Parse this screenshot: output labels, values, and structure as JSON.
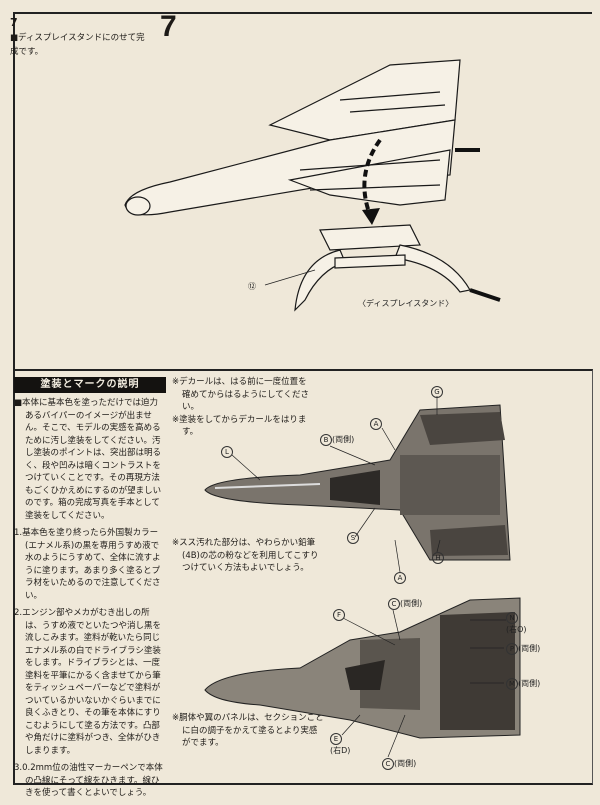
{
  "step": {
    "number_small": "7",
    "number_large": "7",
    "text": "■ディスプレイスタンドにのせて完成です。",
    "part_number": "⑫",
    "stand_caption": "〈ディスプレイスタンド〉"
  },
  "painting": {
    "heading": "塗装とマークの説明",
    "intro": "■本体に基本色を塗っただけでは迫力あるバイパーのイメージが出ません。そこで、モデルの実感を高めるために汚し塗装をしてください。汚し塗装のポイントは、突出部は明るく、段や凹みは暗くコントラストをつけていくことです。その再現方法もごくひかえめにするのが望ましいのです。箱の完成写真を手本として塗装をしてください。",
    "steps": [
      "1.基本色を塗り終ったら外国製カラー(エナメル系)の黒を専用うすめ液で水のようにうすめて、全体に流すように塗ります。あまり多く塗るとプラ材をいためるので注意してください。",
      "2.エンジン部やメカがむき出しの所は、うすめ液でといたつや消し黒を流しこみます。塗料が乾いたら同じエナメル系の白でドライブラシ塗装をします。ドライブラシとは、一度塗料を平筆にかるく含ませてから筆をティッシュペーパーなどで塗料がついているかいないかぐらいまでに良くふきとり、その筆を本体にすりこむようにして塗る方法です。凸部や角だけに塗料がつき、全体がひきしまります。",
      "3.0.2mm位の油性マーカーペンで本体の凸線にそって線をひきます。線ひきを使って書くとよいでしょう。"
    ],
    "notes": [
      "※デカールは、はる前に一度位置を確めてからはるようにしてください。",
      "※塗装をしてからデカールをはります。",
      "※スス汚れた部分は、やわらかい鉛筆(4B)の芯の粉などを利用してこすりつけていく方法もよいでしょう。",
      "※胴体や翼のパネルは、セクションごとに白の調子をかえて塗るとより実感がでます。"
    ]
  },
  "upper_labels": [
    {
      "mark": "A",
      "note": ""
    },
    {
      "mark": "B",
      "note": "(両側)"
    },
    {
      "mark": "G",
      "note": ""
    },
    {
      "mark": "L",
      "note": ""
    },
    {
      "mark": "S",
      "note": ""
    },
    {
      "mark": "A",
      "note": ""
    },
    {
      "mark": "H",
      "note": ""
    }
  ],
  "lower_labels": [
    {
      "mark": "F",
      "note": ""
    },
    {
      "mark": "C",
      "note": "(両側)"
    },
    {
      "mark": "N",
      "note": "(右O)"
    },
    {
      "mark": "P",
      "note": "(両側)"
    },
    {
      "mark": "M",
      "note": "(両側)"
    },
    {
      "mark": "E",
      "note": "(右D)"
    },
    {
      "mark": "C",
      "note": "(両側)"
    }
  ]
}
